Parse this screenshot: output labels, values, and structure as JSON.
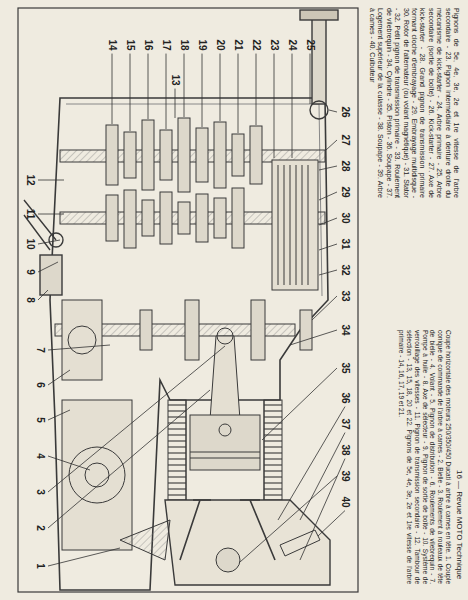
{
  "diagram": {
    "labels": [
      "1",
      "2",
      "3",
      "4",
      "5",
      "6",
      "7",
      "8",
      "9",
      "10",
      "11",
      "12",
      "13",
      "14",
      "15",
      "16",
      "17",
      "18",
      "19",
      "20",
      "21",
      "22",
      "23",
      "24",
      "25",
      "26",
      "27",
      "28",
      "29",
      "30",
      "31",
      "32",
      "33",
      "34",
      "35",
      "36",
      "37",
      "38",
      "39",
      "40",
      "Pignons de 5e, 4e, 3e, 2e et 1re vitesse de l'arbre secondaire - 23. Pignon intermédiaire à denture droite du mécanisme de kick-starter - 24. Arbre primaire - 25. Arbre secondaire (sortie de boîte) - 26. Kick-starter - 27. Axe de kick-starter - 28. Grand pignon de transmission primaire formant cloche d'embrayage - 29. Embrayage multidisque - 30. Rotor de l'alternateur (ou volant magnétique) - 31. Stator - 32. Petit pignon de transmission primaire - 33. Roulement de vilebrequin - 34. Cylindre - 35. Piston - 36. Soupape - 37. Logement supérieur de la culasse - 38. Soupape - 39. Arbre à cames - 40. Culbuteur",
      "Coupe horizontale des moteurs 250/350/450 Ducati à arbre à cames en tête. 1. Couple conique de commande de l'arbre à cames - 2. Bielle - 3. Roulement à rouleaux de tête de bielle - 4. Volant - 5. Pignon de distribution - 6. Roulements de vilebrequin - 7. Pompe à huile - 8. Axe de sélecteur - 9. Pignon de sortie de boîte - 10. Système de verrouillage des vitesses - 11. Pignon de transmission secondaire - 12. Tambour de sélection - 13, 15, 18, 20 et 22. Pignons de 5e, 4e, 3e, 2e et 1re vitesse de l'arbre primaire - 14, 16, 17, 19 et 21.",
      "16 — Revue MOTO Technique"
    ]
  }
}
